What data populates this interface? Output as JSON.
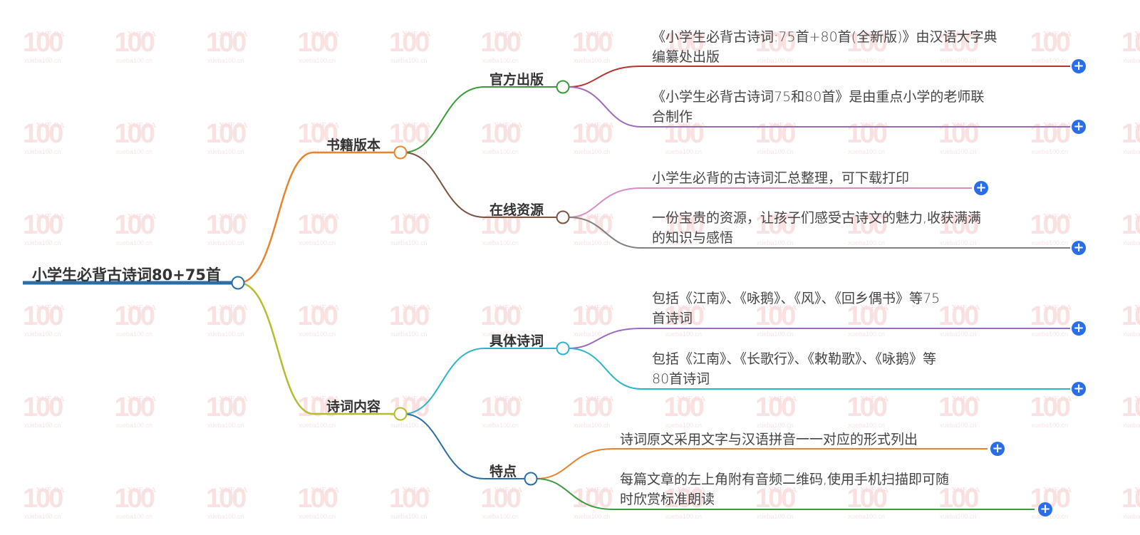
{
  "watermark": {
    "brand": "XUE BA",
    "number": "100",
    "site": "xueba100.cn"
  },
  "root": {
    "label": "小学生必背古诗词80+75首",
    "color": "#2b6ea6"
  },
  "branches": [
    {
      "label": "书籍版本",
      "color": "#e8842f",
      "children": [
        {
          "label": "官方出版",
          "color": "#3b9a3b",
          "leaves": [
            {
              "text": "《小学生必背古诗词:75首+80首(全新版)》由汉语大字典编纂处出版",
              "line1": "《小学生必背古诗词:75首+80首(全新版)》由汉语大字典",
              "line2": "编纂处出版",
              "color": "#b83232"
            },
            {
              "text": "《小学生必背古诗词75和80首》是由重点小学的老师联合制作",
              "line1": "《小学生必背古诗词75和80首》是由重点小学的老师联",
              "line2": "合制作",
              "color": "#9a6bbf"
            }
          ]
        },
        {
          "label": "在线资源",
          "color": "#7a5445",
          "leaves": [
            {
              "text": "小学生必背的古诗词汇总整理，可下载打印",
              "line1": "小学生必背的古诗词汇总整理，可下载打印",
              "line2": "",
              "color": "#d98cc8"
            },
            {
              "text": "一份宝贵的资源，让孩子们感受古诗文的魅力,收获满满的知识与感悟",
              "line1": "一份宝贵的资源，让孩子们感受古诗文的魅力,收获满满",
              "line2": "的知识与感悟",
              "color": "#808080"
            }
          ]
        }
      ]
    },
    {
      "label": "诗词内容",
      "color": "#b5bd2e",
      "children": [
        {
          "label": "具体诗词",
          "color": "#2fb5c8",
          "leaves": [
            {
              "text": "包括《江南》、《咏鹅》、《风》、《回乡偶书》等75首诗词",
              "line1": "包括《江南》、《咏鹅》、《风》、《回乡偶书》等75",
              "line2": "首诗词",
              "color": "#9a6bbf"
            },
            {
              "text": "包括《江南》、《长歌行》、《敕勒歌》、《咏鹅》等80首诗词",
              "line1": "包括《江南》、《长歌行》、《敕勒歌》、《咏鹅》等",
              "line2": "80首诗词",
              "color": "#2fb5c8"
            }
          ]
        },
        {
          "label": "特点",
          "color": "#2b6ea6",
          "leaves": [
            {
              "text": "诗词原文采用文字与汉语拼音一一对应的形式列出",
              "line1": "诗词原文采用文字与汉语拼音一一对应的形式列出",
              "line2": "",
              "color": "#e8842f"
            },
            {
              "text": "每篇文章的左上角附有音频二维码,使用手机扫描即可随时欣赏标准朗读",
              "line1": "每篇文章的左上角附有音频二维码,使用手机扫描即可随",
              "line2": "时欣赏标准朗读",
              "color": "#3b9a3b"
            }
          ]
        }
      ]
    }
  ],
  "expand_button": {
    "symbol": "+",
    "color": "#2a6de8"
  }
}
